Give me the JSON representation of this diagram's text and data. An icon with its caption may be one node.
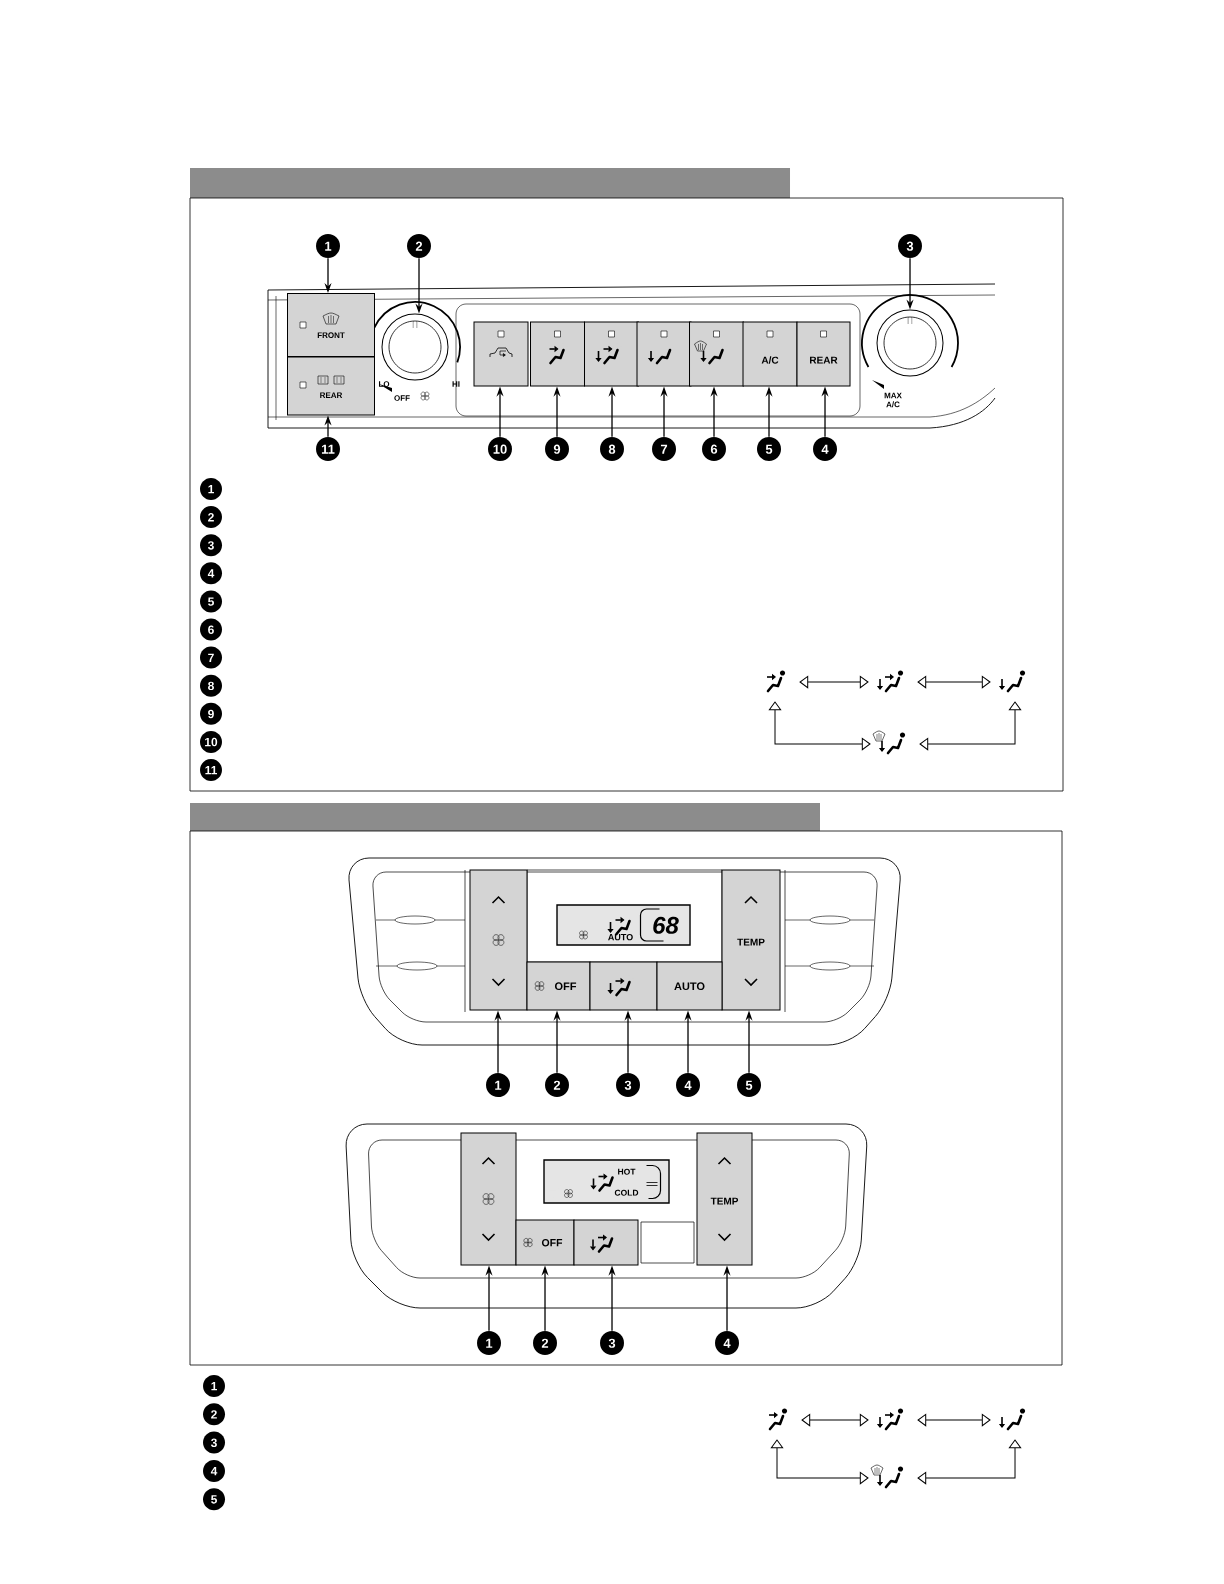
{
  "diagram": {
    "nodes": [
      {
        "text": [
          "1"
        ]
      },
      {
        "text": [
          "2"
        ]
      },
      {
        "text": [
          "3"
        ]
      },
      {
        "text": [
          "FRONT"
        ]
      },
      {
        "text": [
          "REAR"
        ]
      },
      {
        "text": [],
        "shape": "circle",
        "beside": [
          "LO",
          "HI",
          "OFF"
        ]
      },
      {
        "text": [],
        "shape": "box"
      },
      {
        "text": [],
        "shape": "box"
      },
      {
        "text": [],
        "shape": "box"
      },
      {
        "text": [],
        "shape": "box"
      },
      {
        "text": [],
        "shape": "box"
      },
      {
        "text": [
          "A/C"
        ]
      },
      {
        "text": [
          "REAR"
        ]
      },
      {
        "text": [],
        "shape": "circle",
        "beside": [
          "MAX A/C"
        ]
      },
      {
        "text": [
          "11"
        ]
      },
      {
        "text": [
          "10"
        ]
      },
      {
        "text": [
          "9"
        ]
      },
      {
        "text": [
          "8"
        ]
      },
      {
        "text": [
          "7"
        ]
      },
      {
        "text": [
          "6"
        ]
      },
      {
        "text": [
          "5"
        ]
      },
      {
        "text": [
          "4"
        ]
      },
      {
        "text": [],
        "shape": "picture"
      },
      {
        "text": [],
        "shape": "picture"
      },
      {
        "text": [],
        "shape": "picture"
      },
      {
        "text": [],
        "shape": "picture"
      },
      {
        "text": [],
        "shape": "box"
      },
      {
        "text": [
          "AUTO",
          "68"
        ]
      },
      {
        "text": [
          "TEMP"
        ]
      },
      {
        "text": [
          "OFF"
        ]
      },
      {
        "text": [],
        "shape": "box"
      },
      {
        "text": [
          "AUTO"
        ]
      },
      {
        "text": [
          "1"
        ]
      },
      {
        "text": [
          "2"
        ]
      },
      {
        "text": [
          "3"
        ]
      },
      {
        "text": [
          "4"
        ]
      },
      {
        "text": [
          "5"
        ]
      },
      {
        "text": [],
        "shape": "box"
      },
      {
        "text": [
          "HOT",
          "COLD"
        ]
      },
      {
        "text": [
          "TEMP"
        ]
      },
      {
        "text": [
          "OFF"
        ]
      },
      {
        "text": [],
        "shape": "box"
      },
      {
        "text": [
          "1"
        ]
      },
      {
        "text": [
          "2"
        ]
      },
      {
        "text": [
          "3"
        ]
      },
      {
        "text": [
          "4"
        ]
      },
      {
        "text": [],
        "shape": "picture"
      },
      {
        "text": [],
        "shape": "picture"
      },
      {
        "text": [],
        "shape": "picture"
      },
      {
        "text": [],
        "shape": "picture"
      },
      {
        "text": [
          "1"
        ]
      },
      {
        "text": [
          "2"
        ]
      },
      {
        "text": [
          "3"
        ]
      },
      {
        "text": [
          "4"
        ]
      },
      {
        "text": [
          "5"
        ]
      },
      {
        "text": [
          "6"
        ]
      },
      {
        "text": [
          "7"
        ]
      },
      {
        "text": [
          "8"
        ]
      },
      {
        "text": [
          "9"
        ]
      },
      {
        "text": [
          "10"
        ]
      },
      {
        "text": [
          "11"
        ]
      },
      {
        "text": [
          "1"
        ]
      },
      {
        "text": [
          "2"
        ]
      },
      {
        "text": [
          "3"
        ]
      },
      {
        "text": [
          "4"
        ]
      },
      {
        "text": [
          "5"
        ]
      }
    ],
    "edges": [
      {
        "from": 0,
        "to": 3,
        "arrow": "to"
      },
      {
        "from": 1,
        "to": 5,
        "arrow": "to"
      },
      {
        "from": 2,
        "to": 13,
        "arrow": "to"
      },
      {
        "from": 14,
        "to": 4,
        "arrow": "to"
      },
      {
        "from": 15,
        "to": 6,
        "arrow": "to"
      },
      {
        "from": 16,
        "to": 7,
        "arrow": "to"
      },
      {
        "from": 17,
        "to": 8,
        "arrow": "to"
      },
      {
        "from": 18,
        "to": 9,
        "arrow": "to"
      },
      {
        "from": 19,
        "to": 10,
        "arrow": "to"
      },
      {
        "from": 20,
        "to": 11,
        "arrow": "to"
      },
      {
        "from": 21,
        "to": 12,
        "arrow": "to"
      },
      {
        "from": 22,
        "to": 23,
        "arrow": "both"
      },
      {
        "from": 23,
        "to": 24,
        "arrow": "both"
      },
      {
        "from": 22,
        "to": 25,
        "arrow": "both"
      },
      {
        "from": 24,
        "to": 25,
        "arrow": "both"
      },
      {
        "from": 32,
        "to": 26,
        "arrow": "to"
      },
      {
        "from": 33,
        "to": 29,
        "arrow": "to"
      },
      {
        "from": 34,
        "to": 30,
        "arrow": "to"
      },
      {
        "from": 35,
        "to": 31,
        "arrow": "to"
      },
      {
        "from": 36,
        "to": 28,
        "arrow": "to"
      },
      {
        "from": 42,
        "to": 37,
        "arrow": "to"
      },
      {
        "from": 43,
        "to": 40,
        "arrow": "to"
      },
      {
        "from": 44,
        "to": 41,
        "arrow": "to"
      },
      {
        "from": 45,
        "to": 39,
        "arrow": "to"
      },
      {
        "from": 46,
        "to": 47,
        "arrow": "both"
      },
      {
        "from": 47,
        "to": 48,
        "arrow": "both"
      },
      {
        "from": 46,
        "to": 49,
        "arrow": "both"
      },
      {
        "from": 48,
        "to": 49,
        "arrow": "both"
      }
    ]
  }
}
